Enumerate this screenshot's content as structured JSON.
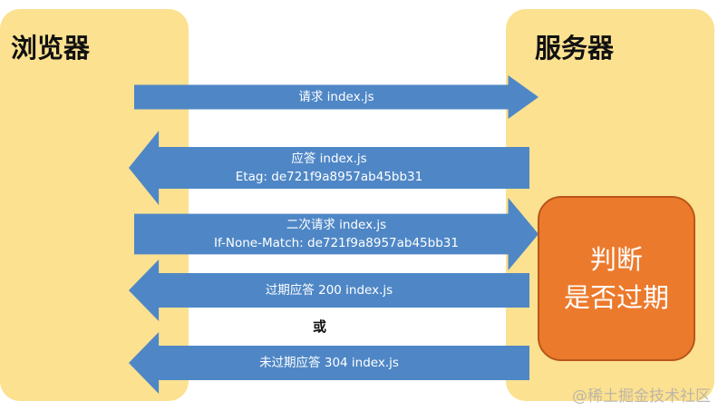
{
  "browser": {
    "title": "浏览器"
  },
  "server": {
    "title": "服务器"
  },
  "arrows": [
    {
      "direction": "right",
      "lines": [
        "请求 index.js"
      ]
    },
    {
      "direction": "left",
      "lines": [
        "应答 index.js",
        "Etag: de721f9a8957ab45bb31"
      ]
    },
    {
      "direction": "right",
      "lines": [
        "二次请求 index.js",
        "If-None-Match: de721f9a8957ab45bb31"
      ]
    },
    {
      "direction": "left",
      "lines": [
        "过期应答  200 index.js"
      ]
    },
    {
      "direction": "left",
      "lines": [
        "未过期应答  304 index.js"
      ]
    }
  ],
  "or_label": "或",
  "judge_box": {
    "lines": [
      "判断",
      "是否过期"
    ]
  },
  "watermark": "@稀土掘金技术社区",
  "colors": {
    "column_fill": "#fbe190",
    "arrow_fill": "#4f87c6",
    "judge_fill": "#ec7a2c"
  }
}
